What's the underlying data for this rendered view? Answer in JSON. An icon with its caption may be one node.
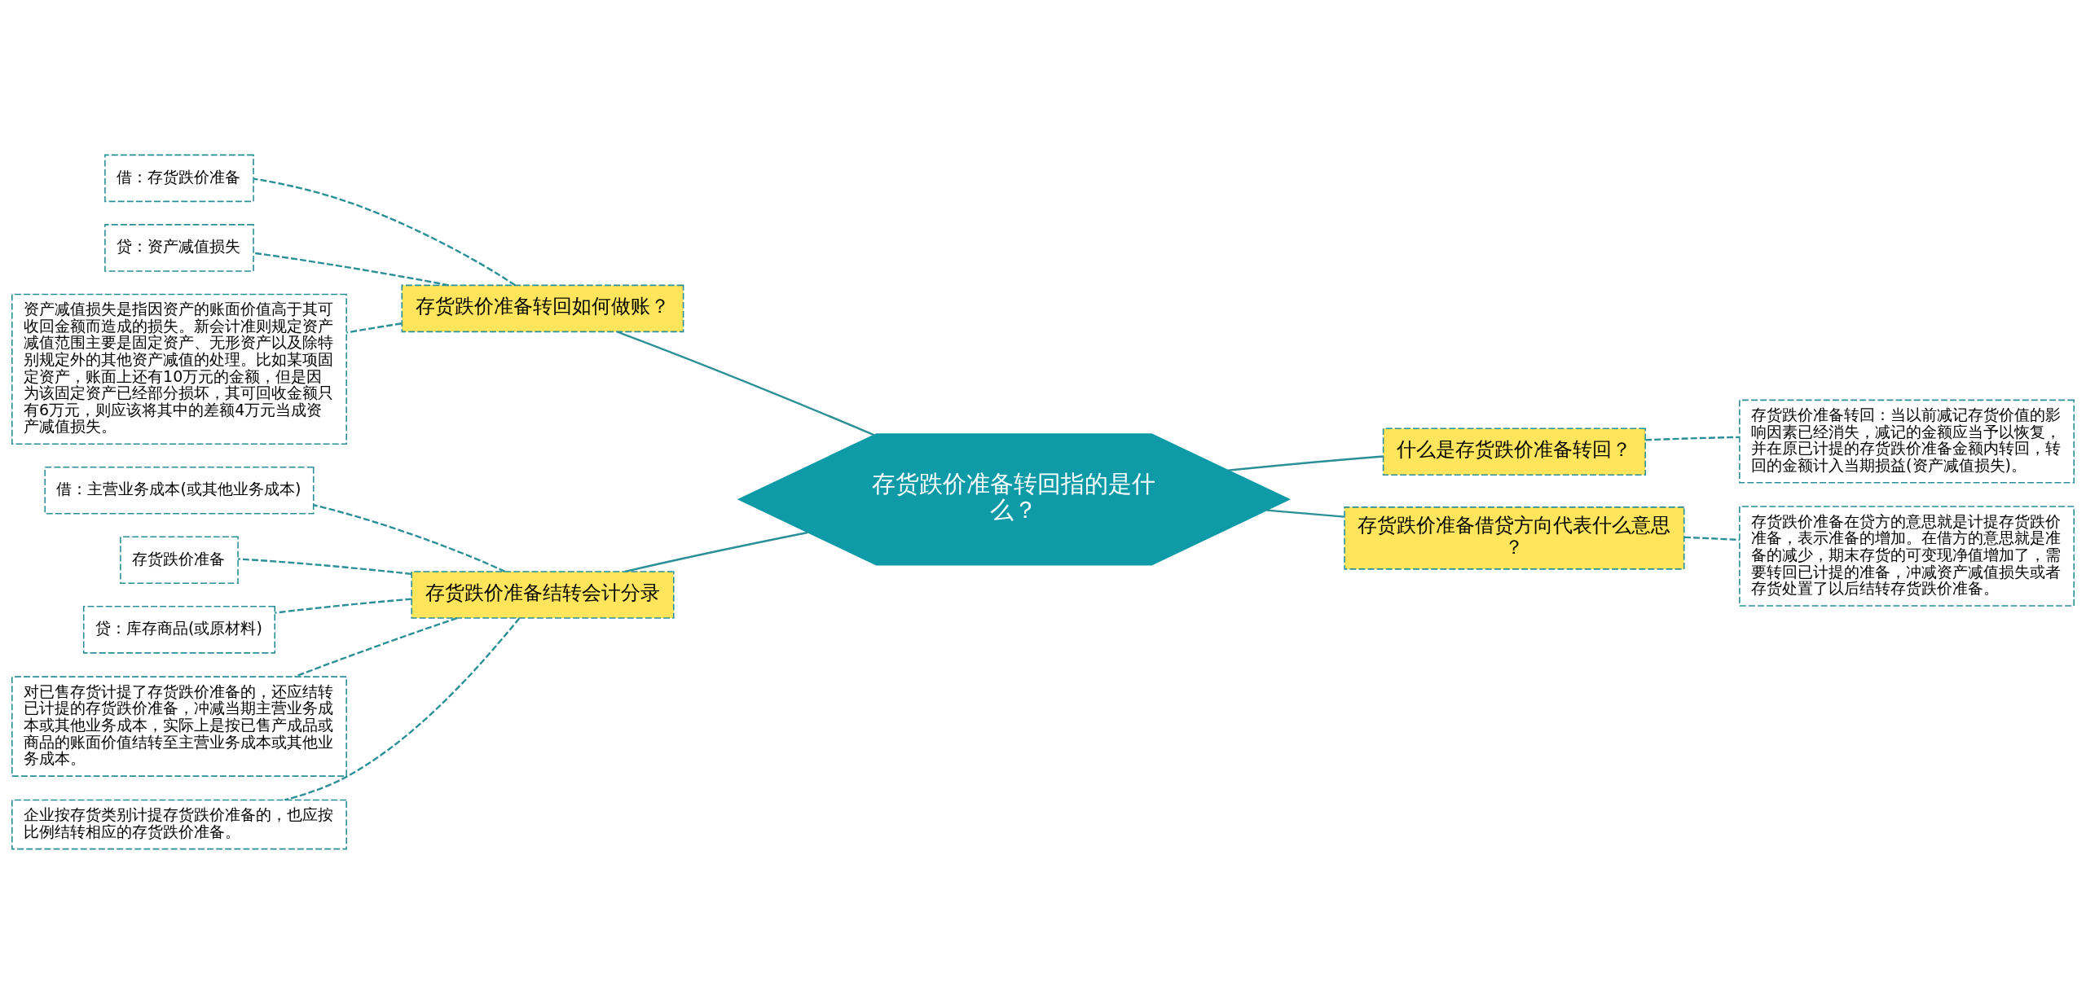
{
  "diagram": {
    "nodes": [
      {
        "text": [
          "存货跌价准备转回指的是什么？"
        ]
      },
      {
        "text": [
          "存货跌价准备转回如何做账？"
        ]
      },
      {
        "text": [
          "借：存货跌价准备"
        ]
      },
      {
        "text": [
          "贷：资产减值损失"
        ]
      },
      {
        "text": [
          "资产减值损失是指因资产的账面价值高于其可收回金额而造成的损失。新会计准则规定资产减值范围主要是固定资产、无形资产以及除特别规定外的其他资产减值的处理。比如某项固定资产，账面上还有10万元的金额，但是因为该固定资产已经部分损坏，其可回收金额只有6万元，则应该将其中的差额4万元当成资产减值损失。"
        ]
      },
      {
        "text": [
          "存货跌价准备结转会计分录"
        ]
      },
      {
        "text": [
          "借：主营业务成本(或其他业务成本)"
        ]
      },
      {
        "text": [
          "存货跌价准备"
        ]
      },
      {
        "text": [
          "贷：库存商品(或原材料)"
        ]
      },
      {
        "text": [
          "对已售存货计提了存货跌价准备的，还应结转已计提的存货跌价准备，冲减当期主营业务成本或其他业务成本，实际上是按已售产成品或商品的账面价值结转至主营业务成本或其他业务成本。"
        ]
      },
      {
        "text": [
          "企业按存货类别计提存货跌价准备的，也应按比例结转相应的存货跌价准备。"
        ]
      },
      {
        "text": [
          "什么是存货跌价准备转回？"
        ]
      },
      {
        "text": [
          "存货跌价准备转回：当以前减记存货价值的影响因素已经消失，减记的金额应当予以恢复，并在原已计提的存货跌价准备金额内转回，转回的金额计入当期损益(资产减值损失)。"
        ]
      },
      {
        "text": [
          "存货跌价准备借贷方向代表什么意思？"
        ]
      },
      {
        "text": [
          "存货跌价准备在贷方的意思就是计提存货跌价准备，表示准备的增加。在借方的意思就是准备的减少，期末存货的可变现净值增加了，需要转回已计提的准备，冲减资产减值损失或者存货处置了以后结转存货跌价准备。"
        ]
      }
    ],
    "edges": [
      {
        "from": 0,
        "to": 1,
        "arrow": "none"
      },
      {
        "from": 0,
        "to": 5,
        "arrow": "none"
      },
      {
        "from": 0,
        "to": 11,
        "arrow": "none"
      },
      {
        "from": 0,
        "to": 13,
        "arrow": "none"
      },
      {
        "from": 1,
        "to": 2,
        "arrow": "none",
        "style": "dashed"
      },
      {
        "from": 1,
        "to": 3,
        "arrow": "none",
        "style": "dashed"
      },
      {
        "from": 1,
        "to": 4,
        "arrow": "none",
        "style": "dashed"
      },
      {
        "from": 5,
        "to": 6,
        "arrow": "none",
        "style": "dashed"
      },
      {
        "from": 5,
        "to": 7,
        "arrow": "none",
        "style": "dashed"
      },
      {
        "from": 5,
        "to": 8,
        "arrow": "none",
        "style": "dashed"
      },
      {
        "from": 5,
        "to": 9,
        "arrow": "none",
        "style": "dashed"
      },
      {
        "from": 5,
        "to": 10,
        "arrow": "none",
        "style": "dashed"
      },
      {
        "from": 11,
        "to": 12,
        "arrow": "none",
        "style": "dashed"
      },
      {
        "from": 13,
        "to": 14,
        "arrow": "none",
        "style": "dashed"
      }
    ]
  }
}
